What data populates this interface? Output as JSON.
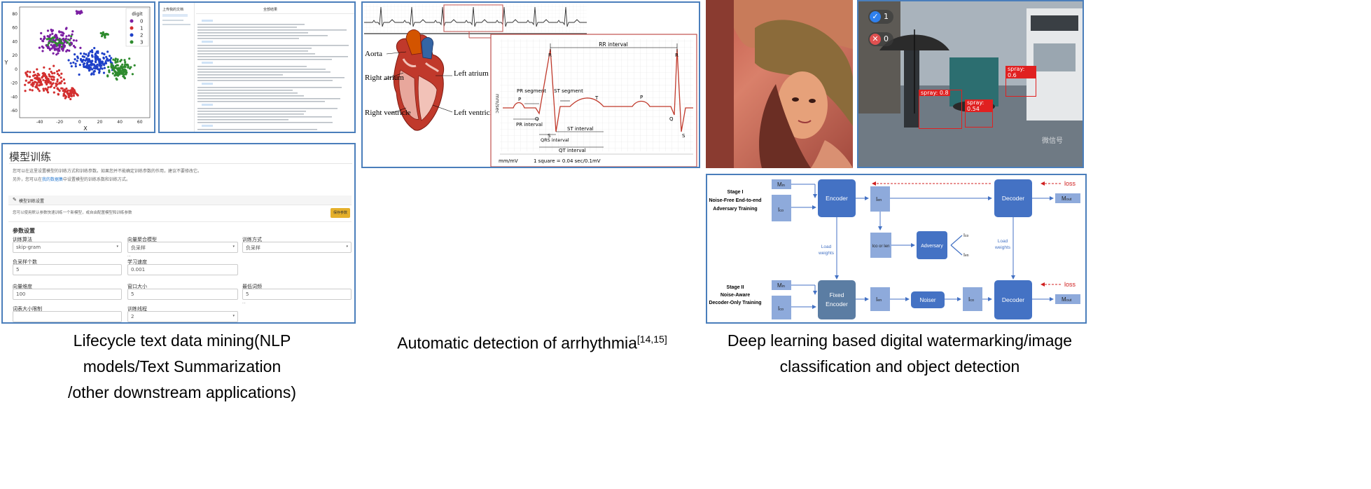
{
  "captions": {
    "nlp": [
      "Lifecycle text data mining(NLP",
      "models/Text Summarization",
      "/other downstream applications)"
    ],
    "ecg": "Automatic detection of arrhythmia",
    "ecg_ref": "[14,15]",
    "dl": [
      "Deep learning based digital watermarking/image",
      "classification and object detection"
    ]
  },
  "tsne": {
    "legend_title": "digit",
    "legend": [
      "0",
      "1",
      "2",
      "3"
    ],
    "colors": [
      "#7b1fa2",
      "#d32f2f",
      "#1e40c8",
      "#2e8b2e"
    ],
    "xlabel": "X",
    "ylabel": "Y",
    "xticks": [
      "-40",
      "-20",
      "0",
      "20",
      "40",
      "60"
    ],
    "yticks": [
      "80",
      "60",
      "40",
      "20",
      "0",
      "-20",
      "-40",
      "-60"
    ]
  },
  "training": {
    "title": "模型训练",
    "desc1": "您可以在这里设置模型的训练方式和训练参数。如果您并不能确定训练参数的作用，建议不要修改它。",
    "desc2_prefix": "另外，您可以在",
    "desc2_link": "我的数据集",
    "desc2_suffix": "中设置模型的训练系数和训练方式。",
    "section": "模型训练设置",
    "section_desc": "您可以使用默认参数快速训练一个新模型，或自由配置模型和训练参数",
    "button": "保存参数",
    "params_title": "参数设置",
    "fields": [
      {
        "label": "训练算法",
        "value": "skip-gram"
      },
      {
        "label": "向量聚合模型",
        "value": "负采样"
      },
      {
        "label": "训练方式",
        "value": "负采样"
      },
      {
        "label": "负采样个数",
        "value": "5"
      },
      {
        "label": "学习速度",
        "value": "0.001"
      },
      {
        "label": "向量维度",
        "value": "100"
      },
      {
        "label": "窗口大小",
        "value": "5"
      },
      {
        "label": "最低词频",
        "value": "5"
      },
      {
        "label": "词表大小限制",
        "value": ""
      },
      {
        "label": "训练线程",
        "value": "2"
      }
    ]
  },
  "doc": {
    "tab1": "上传我的文档",
    "tab2": "全部结果"
  },
  "ecg": {
    "labels": [
      "Aorta",
      "Right atrium",
      "Left atrium",
      "Right ventricle",
      "Left ventricle"
    ],
    "waves": [
      "P",
      "Q",
      "R",
      "S",
      "T",
      "P",
      "Q",
      "R",
      "S"
    ],
    "intervals": [
      "RR interval",
      "PR segment",
      "ST segment",
      "PR interval",
      "QRS interval",
      "ST interval",
      "QT interval"
    ],
    "yaxis": "mm/sec",
    "footer_left": "mm/mV",
    "footer_right": "1 square = 0.04 sec/0.1mV"
  },
  "detection": {
    "badge_ok": "1",
    "badge_no": "0",
    "boxes": [
      "spray: 0.6",
      "spray: 0.8",
      "spray: 0.54"
    ],
    "watermark": "微信号"
  },
  "watermark_net": {
    "stage1": [
      "Stage I",
      "Noise-Free End-to-end",
      "Adversary Training"
    ],
    "stage2": [
      "Stage II",
      "Noise-Aware",
      "Decoder-Only Training"
    ],
    "m_in": "M",
    "m_in_sub": "in",
    "i_co": "I",
    "i_co_sub": "co",
    "i_en": "I",
    "i_en_sub": "en",
    "encoder": "Encoder",
    "fixed_encoder": [
      "Fixed",
      "Encoder"
    ],
    "decoder": "Decoder",
    "adversary": "Adversary",
    "noiser": "Noiser",
    "ico_or_ien": "Ico or Ien",
    "m_out": "M",
    "m_out_sub": "out",
    "loss": "loss",
    "load_weights": [
      "Load",
      "weights"
    ]
  }
}
